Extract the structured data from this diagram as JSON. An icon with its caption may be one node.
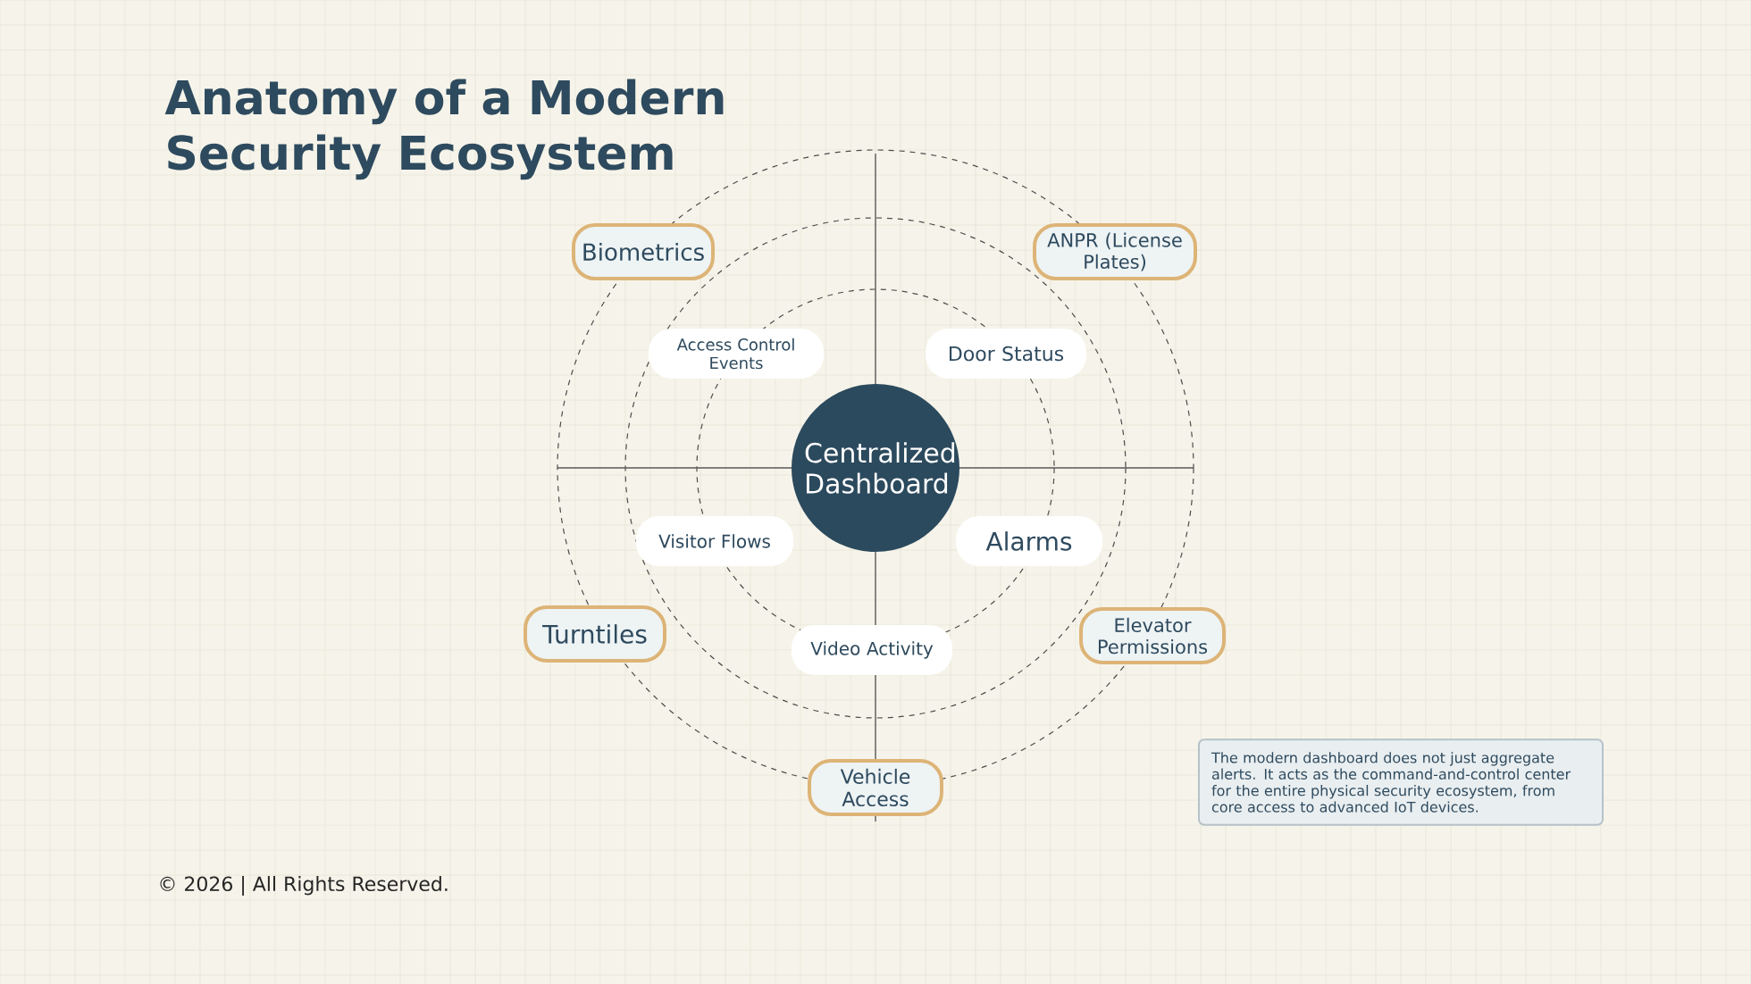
{
  "diagram": {
    "title": "Anatomy of a Modern Security Ecosystem",
    "nodes": [
      {
        "text": [
          "Centralized Dashboard"
        ]
      },
      {
        "text": [
          "Biometrics"
        ]
      },
      {
        "text": [
          "ANPR (License Plates)"
        ]
      },
      {
        "text": [
          "Access Control Events"
        ]
      },
      {
        "text": [
          "Door Status"
        ]
      },
      {
        "text": [
          "Visitor Flows"
        ]
      },
      {
        "text": [
          "Alarms"
        ]
      },
      {
        "text": [
          "Turntiles"
        ]
      },
      {
        "text": [
          "Elevator Permissions"
        ]
      },
      {
        "text": [
          "Video Activity"
        ]
      },
      {
        "text": [
          "Vehicle Access"
        ]
      },
      {
        "text": [
          "The modern dashboard does not just aggregate alerts. It acts as the command-and-control center for the entire physical security ecosystem, from core access to advanced IoT devices."
        ]
      }
    ],
    "labels": [
      "© 2026 | All Rights Reserved."
    ]
  }
}
